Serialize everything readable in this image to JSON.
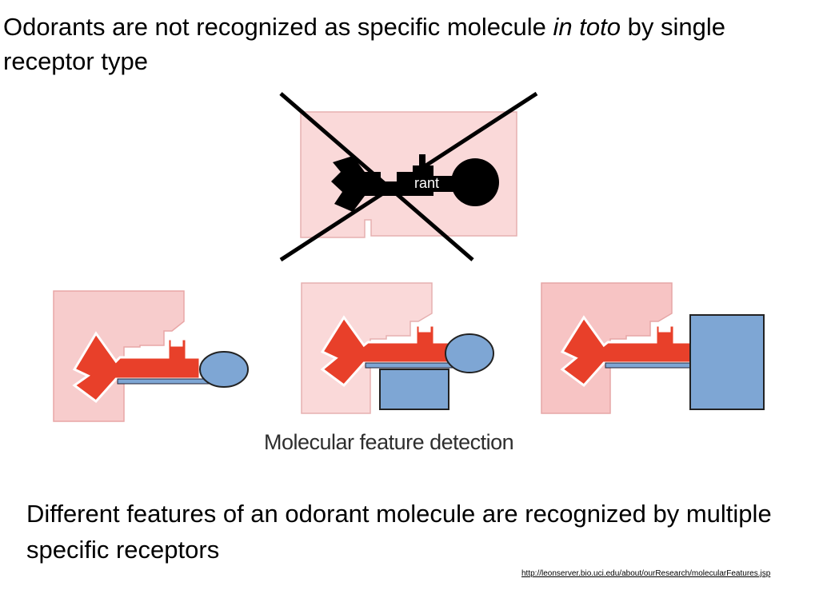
{
  "title": {
    "before": "Odorants are not recognized as specific molecule ",
    "italic": "in toto",
    "after": " by single receptor type"
  },
  "top_diagram": {
    "molecule_label": "rant",
    "crossed_out": true
  },
  "figure_caption": "Molecular feature detection",
  "bottom_text": "Different features of an odorant molecule are recognized by multiple specific receptors",
  "source_url": "http://leonserver.bio.uci.edu/about/ourResearch/molecularFeatures.jsp",
  "colors": {
    "receptor_pink": "#f7cccc",
    "receptor_light": "#fad9d9",
    "molecule_red": "#e8402a",
    "feature_blue": "#7ea6d4",
    "black": "#000000"
  }
}
